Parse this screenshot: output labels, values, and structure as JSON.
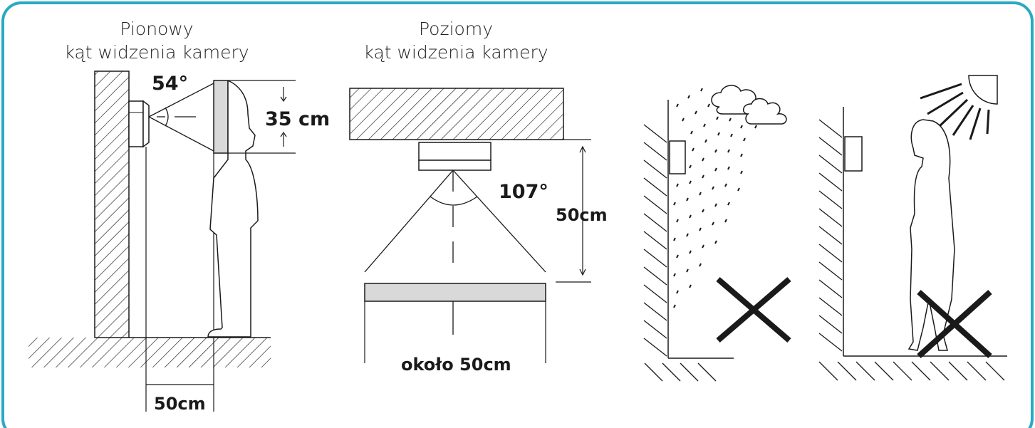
{
  "colors": {
    "border": "#2aa9c2",
    "line": "#1a1a1a",
    "panel_fill": "#d9d9d9",
    "cross": "#1a1a1a"
  },
  "vertical_view": {
    "title_line1": "Pionowy",
    "title_line2": "kąt widzenia kamery",
    "angle_label": "54°",
    "height_label": "35 cm",
    "distance_label": "50cm"
  },
  "horizontal_view": {
    "title_line1": "Poziomy",
    "title_line2": "kąt widzenia kamery",
    "angle_label": "107°",
    "distance_label": "50cm",
    "width_label": "około 50cm"
  },
  "warnings": [
    {
      "icon": "rain-cloud-icon",
      "mark": "cross-icon"
    },
    {
      "icon": "sun-icon",
      "mark": "cross-icon"
    }
  ]
}
